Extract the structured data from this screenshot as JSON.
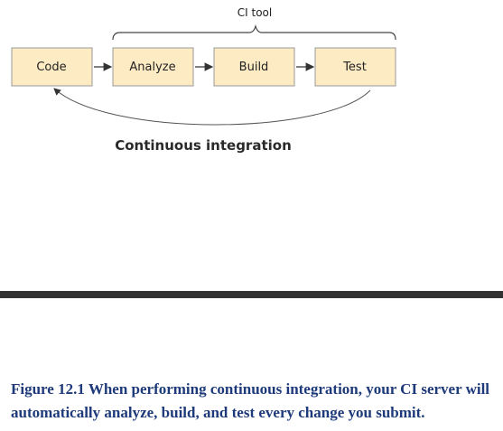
{
  "diagram": {
    "group_label": "CI tool",
    "loop_label": "Continuous integration",
    "steps": [
      {
        "label": "Code"
      },
      {
        "label": "Analyze"
      },
      {
        "label": "Build"
      },
      {
        "label": "Test"
      }
    ],
    "colors": {
      "box_fill": "#fdebc4",
      "box_stroke": "#9a9a9a",
      "line": "#333333"
    }
  },
  "caption": {
    "figure_number": "Figure 12.1",
    "text": "When performing continuous integration, your CI server will automatically analyze, build, and test every change you submit."
  }
}
